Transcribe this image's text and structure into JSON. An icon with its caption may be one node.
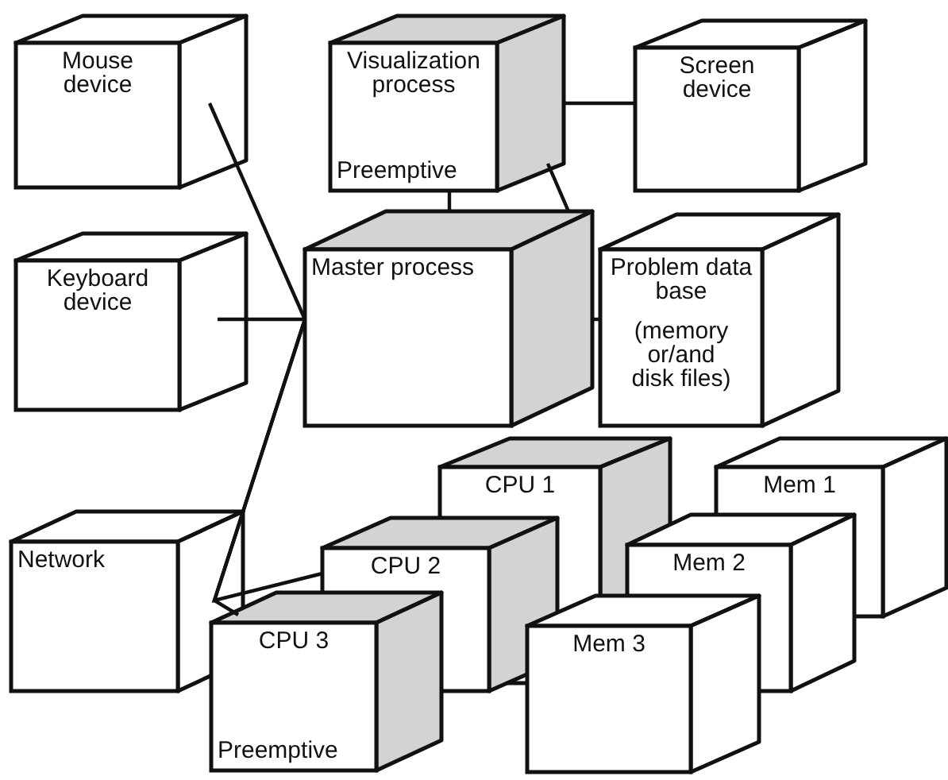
{
  "diagram": {
    "nodes": [
      {
        "text": [
          "Mouse device"
        ]
      },
      {
        "text": [
          "Visualization process",
          "Preemptive"
        ]
      },
      {
        "text": [
          "Screen device"
        ]
      },
      {
        "text": [
          "Keyboard device"
        ]
      },
      {
        "text": [
          "Master process"
        ]
      },
      {
        "text": [
          "Problem data base",
          "(memory or/and disk files)"
        ]
      },
      {
        "text": [
          "CPU 1"
        ]
      },
      {
        "text": [
          "Mem 1"
        ]
      },
      {
        "text": [
          "Network"
        ]
      },
      {
        "text": [
          "CPU 2"
        ]
      },
      {
        "text": [
          "Mem 2"
        ]
      },
      {
        "text": [
          "CPU 3",
          "Preemptive"
        ]
      },
      {
        "text": [
          "Mem 3"
        ]
      }
    ],
    "edges": [
      {
        "from": 0,
        "to": 4,
        "arrow": "none"
      },
      {
        "from": 3,
        "to": 4,
        "arrow": "none"
      },
      {
        "from": 4,
        "to": 9,
        "arrow": "none"
      },
      {
        "from": 4,
        "to": 11,
        "arrow": "none"
      },
      {
        "from": 1,
        "to": 4,
        "arrow": "none"
      },
      {
        "from": 1,
        "to": 2,
        "arrow": "none"
      },
      {
        "from": 4,
        "to": 5,
        "arrow": "none"
      },
      {
        "from": 1,
        "to": 4,
        "arrow": "none"
      }
    ]
  }
}
